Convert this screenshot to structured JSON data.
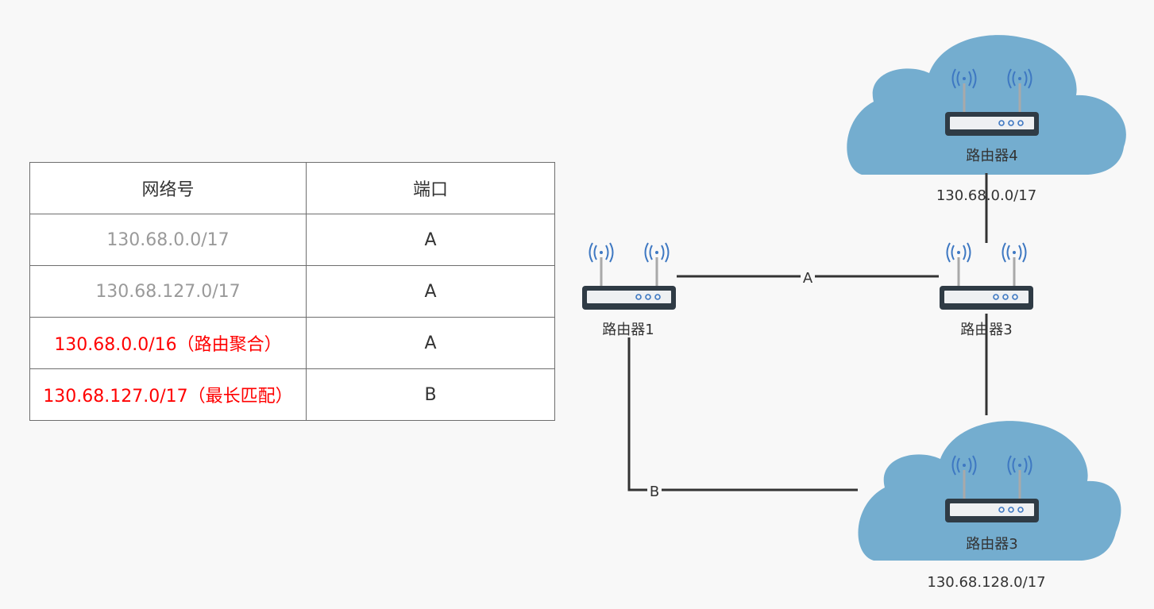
{
  "table": {
    "headers": [
      "网络号",
      "端口"
    ],
    "rows": [
      {
        "network": "130.68.0.0/17",
        "port": "A",
        "highlight": false
      },
      {
        "network": "130.68.127.0/17",
        "port": "A",
        "highlight": false
      },
      {
        "network": "130.68.0.0/16（路由聚合）",
        "port": "A",
        "highlight": true
      },
      {
        "network": "130.68.127.0/17（最长匹配）",
        "port": "B",
        "highlight": true
      }
    ]
  },
  "diagram": {
    "routers": {
      "r1": {
        "label": "路由器1"
      },
      "r3": {
        "label": "路由器3"
      },
      "r4": {
        "label": "路由器4"
      },
      "r3b": {
        "label": "路由器3"
      }
    },
    "networks": {
      "top": "130.68.0.0/17",
      "bottom": "130.68.128.0/17"
    },
    "links": {
      "a": "A",
      "b": "B"
    }
  },
  "colors": {
    "cloud": "#74adcf",
    "router_body": "#2f3b45",
    "router_panel": "#eef0f2",
    "router_led": "#3e78c2",
    "wifi": "#3e78c2",
    "highlight_text": "#ff0000",
    "muted_text": "#9a9a9a",
    "line": "#333333"
  }
}
